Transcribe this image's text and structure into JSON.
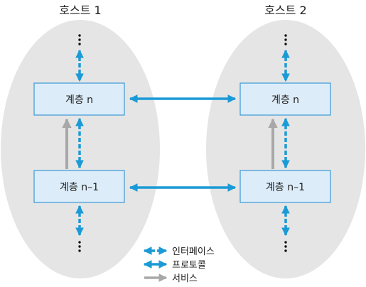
{
  "hosts": [
    {
      "title": "호스트 1",
      "layer_top": "계층 n",
      "layer_bottom": "계층 n–1"
    },
    {
      "title": "호스트 2",
      "layer_top": "계층 n",
      "layer_bottom": "계층 n–1"
    }
  ],
  "legend": {
    "interface": "인터페이스",
    "protocol": "프로토콜",
    "service": "서비스"
  },
  "colors": {
    "host_fill": "#e5e5e5",
    "layer_fill": "#dcecf8",
    "layer_stroke": "#3a9ad6",
    "arrow_blue": "#1a9ad6",
    "arrow_gray": "#a8a8a8",
    "text": "#222222"
  }
}
